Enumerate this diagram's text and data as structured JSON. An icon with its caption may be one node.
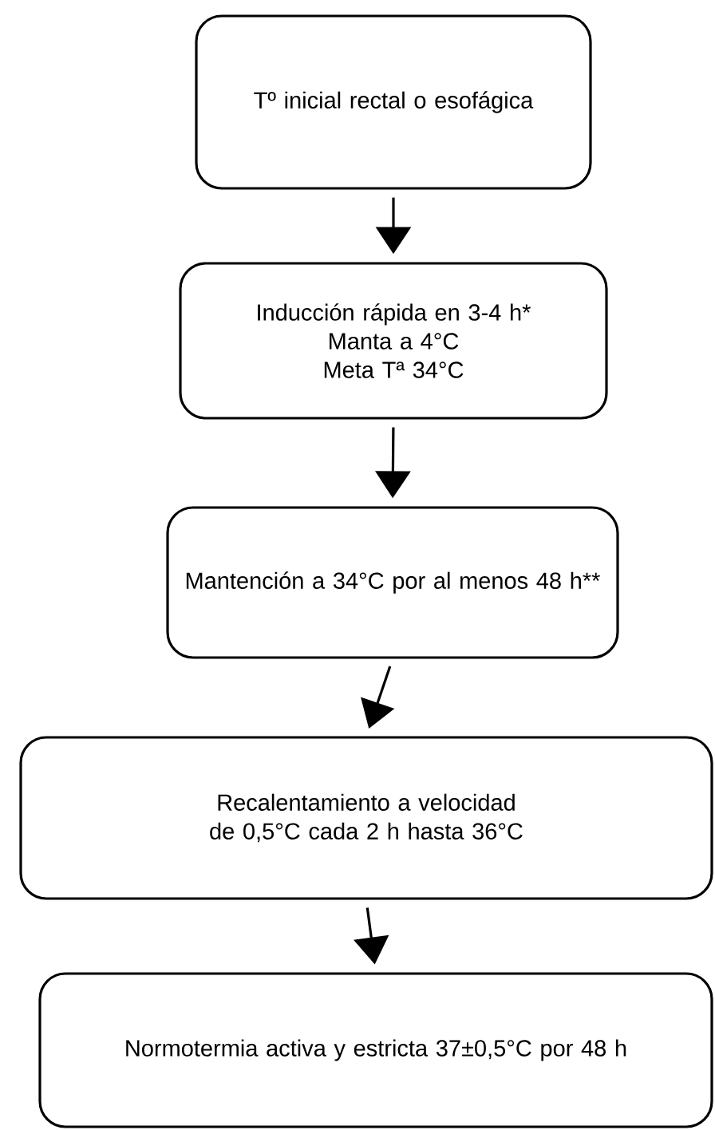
{
  "diagram": {
    "nodes": [
      {
        "text": [
          "Tº inicial rectal o esofágica"
        ]
      },
      {
        "text": [
          "Inducción rápida en 3-4 h*",
          "Manta a 4°C",
          "Meta Tª 34°C"
        ]
      },
      {
        "text": [
          "Mantención a 34°C por al menos 48 h**"
        ]
      },
      {
        "text": [
          "Recalentamiento a velocidad de 0,5°C cada 2 h hasta 36°C"
        ]
      },
      {
        "text": [
          "Normotermia activa y estricta 37±0,5°C por 48 h"
        ]
      }
    ],
    "edges": [
      {
        "from": 0,
        "to": 1,
        "arrow": "to"
      },
      {
        "from": 1,
        "to": 2,
        "arrow": "to"
      },
      {
        "from": 2,
        "to": 3,
        "arrow": "to"
      },
      {
        "from": 3,
        "to": 4,
        "arrow": "to"
      }
    ]
  }
}
